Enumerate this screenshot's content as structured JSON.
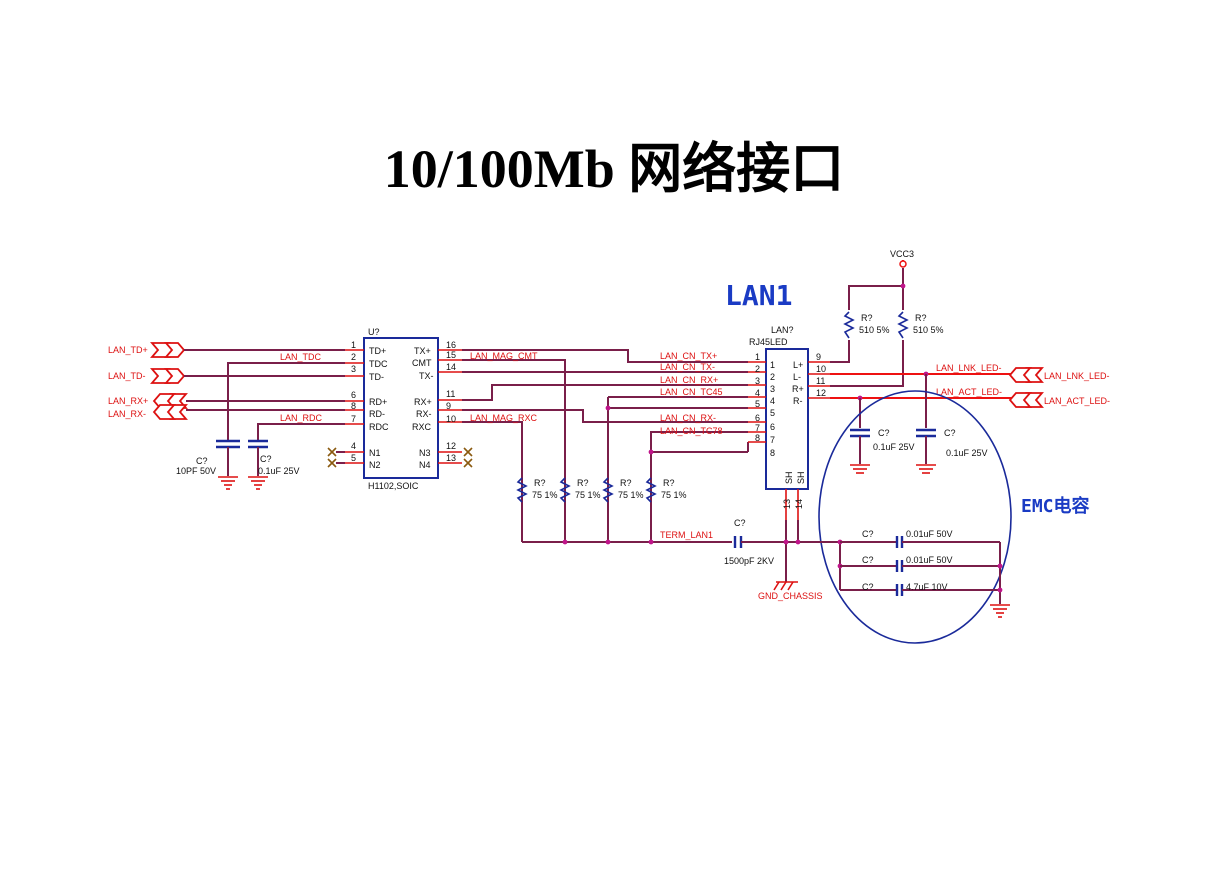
{
  "title": "10/100Mb 网络接口",
  "lan1_label": "LAN1",
  "emc_label": "EMC电容",
  "vcc": "VCC3",
  "u2": {
    "ref": "U?",
    "part": "H1102,SOIC",
    "left_pins": [
      {
        "num": "1",
        "name": "TD+"
      },
      {
        "num": "2",
        "name": "TDC"
      },
      {
        "num": "3",
        "name": "TD-"
      },
      {
        "num": "6",
        "name": "RD+"
      },
      {
        "num": "8",
        "name": "RD-"
      },
      {
        "num": "7",
        "name": "RDC"
      },
      {
        "num": "4",
        "name": "N1"
      },
      {
        "num": "5",
        "name": "N2"
      }
    ],
    "right_pins": [
      {
        "num": "16",
        "name": "TX+"
      },
      {
        "num": "15",
        "name": "CMT"
      },
      {
        "num": "14",
        "name": "TX-"
      },
      {
        "num": "11",
        "name": "RX+"
      },
      {
        "num": "9",
        "name": "RX-"
      },
      {
        "num": "10",
        "name": "RXC"
      },
      {
        "num": "12",
        "name": "N3"
      },
      {
        "num": "13",
        "name": "N4"
      }
    ]
  },
  "rj45": {
    "ref": "LAN?",
    "part": "RJ45LED",
    "left_pins": [
      "1",
      "2",
      "3",
      "4",
      "5",
      "6",
      "7",
      "8"
    ],
    "right_inner": [
      "1",
      "2",
      "3",
      "4",
      "5",
      "6",
      "7",
      "8"
    ],
    "led_pins": [
      {
        "num": "9",
        "name": "L+"
      },
      {
        "num": "10",
        "name": "L-"
      },
      {
        "num": "11",
        "name": "R+"
      },
      {
        "num": "12",
        "name": "R-"
      }
    ],
    "shield_pins": [
      "13",
      "14"
    ],
    "shield_names": [
      "SH",
      "SH"
    ]
  },
  "ports_in": [
    "LAN_TD+",
    "LAN_TD-",
    "LAN_RX+",
    "LAN_RX-"
  ],
  "ports_out": [
    "LAN_LNK_LED-",
    "LAN_ACT_LED-"
  ],
  "nets": {
    "tdc": "LAN_TDC",
    "rdc": "LAN_RDC",
    "mag_cmt": "LAN_MAG_CMT",
    "mag_rxc": "LAN_MAG_RXC",
    "cn_txp": "LAN_CN_TX+",
    "cn_txm": "LAN_CN_TX-",
    "cn_rxp": "LAN_CN_RX+",
    "cn_tc45": "LAN_CN_TC45",
    "cn_rxm": "LAN_CN_RX-",
    "cn_tc78": "LAN_CN_TC78",
    "term": "TERM_LAN1",
    "lnk": "LAN_LNK_LED-",
    "act": "LAN_ACT_LED-",
    "gnd_chassis": "GND_CHASSIS"
  },
  "caps_left": [
    {
      "ref": "C?",
      "value": "10PF 50V"
    },
    {
      "ref": "C?",
      "value": "0.1uF 25V"
    }
  ],
  "res_term": [
    {
      "ref": "R?",
      "value": "75 1%"
    },
    {
      "ref": "R?",
      "value": "75 1%"
    },
    {
      "ref": "R?",
      "value": "75 1%"
    },
    {
      "ref": "R?",
      "value": "75 1%"
    }
  ],
  "res_led": [
    {
      "ref": "R?",
      "value": "510 5%"
    },
    {
      "ref": "R?",
      "value": "510 5%"
    }
  ],
  "cap_term": {
    "ref": "C?",
    "value": "1500pF 2KV"
  },
  "caps_led": [
    {
      "ref": "C?",
      "value": "0.1uF 25V"
    },
    {
      "ref": "C?",
      "value": "0.1uF 25V"
    }
  ],
  "caps_emc": [
    {
      "ref": "C?",
      "value": "0.01uF 50V"
    },
    {
      "ref": "C?",
      "value": "0.01uF 50V"
    },
    {
      "ref": "C?",
      "value": "4.7uF 10V"
    }
  ]
}
